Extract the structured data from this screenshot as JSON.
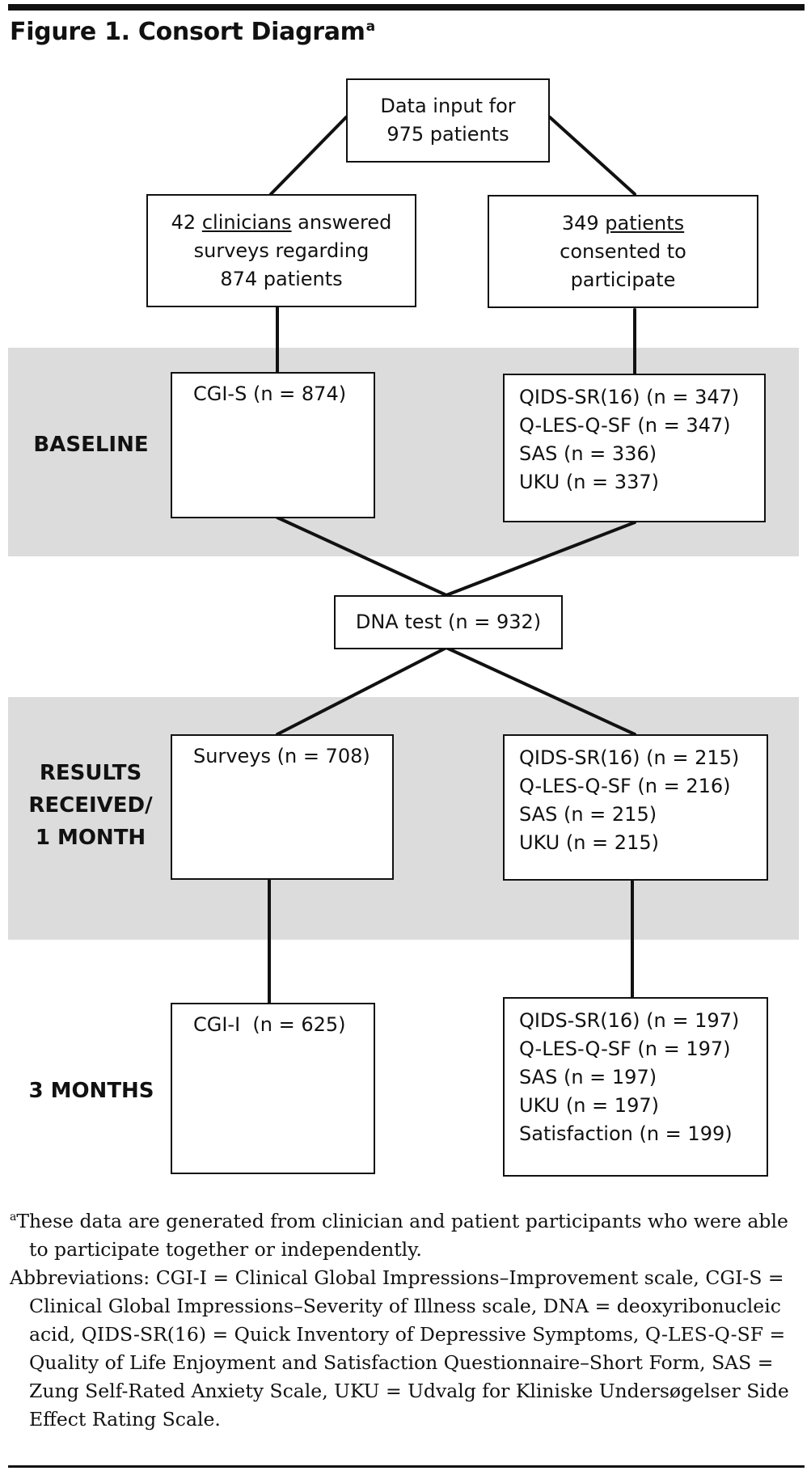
{
  "figure": {
    "title": "Figure 1. Consort Diagram",
    "title_superscript": "a"
  },
  "stages": {
    "baseline": "BASELINE",
    "results": [
      "RESULTS",
      "RECEIVED/",
      "1 MONTH"
    ],
    "three_months": "3 MONTHS"
  },
  "boxes": {
    "data_input": [
      "Data input for",
      "975 patients"
    ],
    "clinicians": {
      "line1_prefix": "42 ",
      "line1_underlined": "clinicians",
      "line1_suffix": " answered",
      "line2": "surveys regarding",
      "line3": "874 patients"
    },
    "patients": {
      "line1_prefix": "349 ",
      "line1_underlined": "patients",
      "line2": "consented to",
      "line3": "participate"
    },
    "cgi_s": "CGI-S (n = 874)",
    "baseline_patient": [
      "QIDS-SR(16) (n = 347)",
      "Q-LES-Q-SF (n = 347)",
      "SAS (n = 336)",
      "UKU (n = 337)"
    ],
    "dna_test": "DNA test (n = 932)",
    "surveys": "Surveys (n = 708)",
    "month1_patient": [
      "QIDS-SR(16) (n = 215)",
      "Q-LES-Q-SF (n = 216)",
      "SAS (n = 215)",
      "UKU (n = 215)"
    ],
    "cgi_i": "CGI-I  (n = 625)",
    "month3_patient": [
      "QIDS-SR(16) (n = 197)",
      "Q-LES-Q-SF (n = 197)",
      "SAS (n = 197)",
      "UKU (n = 197)",
      "Satisfaction (n = 199)"
    ]
  },
  "footnotes": {
    "a_marker": "a",
    "a_text": "These data are generated from clinician and patient participants who were able to participate together or independently.",
    "abbreviations": "Abbreviations: CGI-I = Clinical Global Impressions–Improvement scale, CGI-S = Clinical Global Impressions–Severity of Illness scale, DNA = deoxyribonucleic acid, QIDS-SR(16) = Quick Inventory of Depressive Symptoms, Q-LES-Q-SF = Quality of Life Enjoyment and Satisfaction Questionnaire–Short Form, SAS = Zung Self-Rated Anxiety Scale, UKU = Udvalg for Kliniske Undersøgelser Side Effect Rating Scale."
  }
}
